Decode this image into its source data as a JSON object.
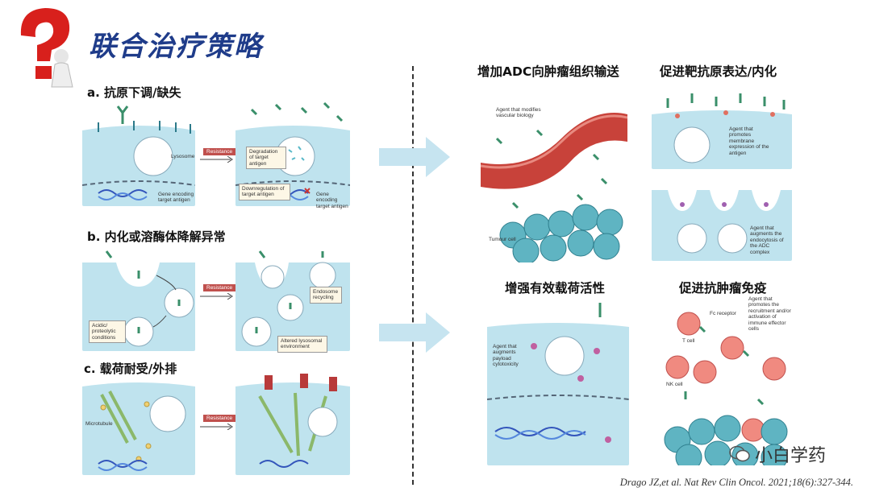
{
  "header": {
    "title": "联合治疗策略",
    "logo_icon": "question-mark-figure-icon"
  },
  "left": {
    "section_a": {
      "label": "a. 抗原下调/缺失",
      "lysosome": "Lysosome",
      "resistance": "Resistance",
      "degradation": "Degradation of target antigen",
      "downregulation": "Downregulation of target antigen",
      "gene1": "Gene encoding target antigen",
      "gene2": "Gene encoding target antigen"
    },
    "section_b": {
      "label": "b. 内化或溶酶体降解异常",
      "resistance": "Resistance",
      "acidic": "Acidic/ proteolytic conditions",
      "endosome": "Endosome recycling",
      "altered": "Altered lysosomal environment"
    },
    "section_c": {
      "label": "c. 载荷耐受/外排",
      "resistance": "Resistance",
      "microtubule": "Microtubule"
    }
  },
  "right": {
    "h1": "增加ADC向肿瘤组织输送",
    "h2": "促进靶抗原表达/内化",
    "h3": "增强有效载荷活性",
    "h4": "促进抗肿瘤免疫",
    "p1": {
      "agent": "Agent that modifies vascular biology",
      "tumour": "Tumour cell"
    },
    "p2": {
      "agent_top": "Agent that promotes membrane expression of the antigen",
      "agent_bottom": "Agent that augments the endocytosis of the ADC complex"
    },
    "p3": {
      "agent": "Agent that augments payload cytotoxicity"
    },
    "p4": {
      "agent": "Agent that promotes the recruitment and/or activation of immune effector cells",
      "fc": "Fc receptor",
      "tcell": "T cell",
      "nkcell": "NK cell"
    }
  },
  "citation": "Drago JZ,et al. Nat Rev Clin Oncol. 2021;18(6):327-344.",
  "watermark": "小白学药",
  "colors": {
    "title": "#1f3c8a",
    "cell_blue": "#bfe3ee",
    "cyto_blue": "#d8eef5",
    "vessel_red": "#c8423a",
    "arrow": "#bfe0ee",
    "resistance": "#c0504d"
  }
}
